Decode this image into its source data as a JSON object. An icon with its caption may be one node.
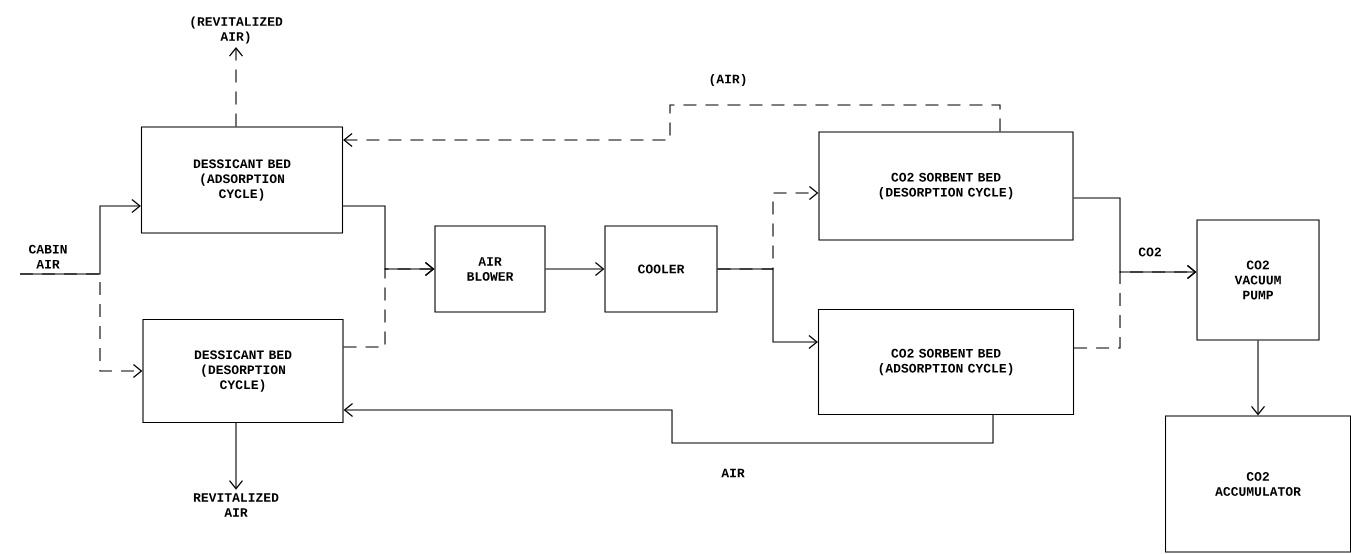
{
  "diagram": {
    "nodes": [
      {
        "text": [
          "CABIN AIR"
        ]
      },
      {
        "text": [
          "DESSICANT BED (ADSORPTION CYCLE)"
        ]
      },
      {
        "text": [
          "DESSICANT BED (DESORPTION CYCLE)"
        ]
      },
      {
        "text": [
          "AIR BLOWER"
        ]
      },
      {
        "text": [
          "COOLER"
        ]
      },
      {
        "text": [
          "CO2 SORBENT BED (DESORPTION CYCLE)"
        ]
      },
      {
        "text": [
          "CO2 SORBENT BED (ADSORPTION CYCLE)"
        ]
      },
      {
        "text": [
          "CO2 VACUUM PUMP"
        ]
      },
      {
        "text": [
          "CO2 ACCUMULATOR"
        ]
      },
      {
        "text": [
          "(REVITALIZED AIR)"
        ]
      },
      {
        "text": [
          "REVITALIZED AIR"
        ]
      }
    ],
    "edges": [
      {
        "from": 0,
        "to": 1,
        "arrow": "to"
      },
      {
        "from": 0,
        "to": 2,
        "arrow": "to",
        "style": "dashed"
      },
      {
        "from": 1,
        "to": 3,
        "arrow": "to"
      },
      {
        "from": 2,
        "to": 3,
        "arrow": "to",
        "style": "dashed"
      },
      {
        "from": 3,
        "to": 4,
        "arrow": "to"
      },
      {
        "from": 4,
        "to": 5,
        "arrow": "to",
        "style": "dashed"
      },
      {
        "from": 4,
        "to": 6,
        "arrow": "to"
      },
      {
        "from": 5,
        "to": 7,
        "arrow": "to",
        "label": "CO2"
      },
      {
        "from": 6,
        "to": 7,
        "arrow": "to",
        "style": "dashed"
      },
      {
        "from": 1,
        "to": 9,
        "arrow": "to",
        "style": "dashed"
      },
      {
        "from": 2,
        "to": 10,
        "arrow": "to"
      },
      {
        "from": 5,
        "to": 1,
        "arrow": "to",
        "style": "dashed",
        "label": "(AIR)"
      },
      {
        "from": 6,
        "to": 2,
        "arrow": "to",
        "label": "AIR"
      },
      {
        "from": 7,
        "to": 8,
        "arrow": "to"
      }
    ]
  }
}
